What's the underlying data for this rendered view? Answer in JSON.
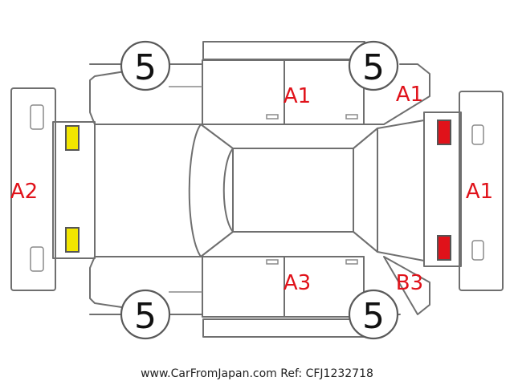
{
  "wheels": {
    "front_left": "5",
    "rear_left": "5",
    "front_right": "5",
    "rear_right": "5"
  },
  "damage_codes": {
    "top_door": "A1",
    "top_rear_fender": "A1",
    "rear_panel": "A1",
    "front_panel": "A2",
    "bottom_door": "A3",
    "bottom_rear_fender": "B3"
  },
  "colors": {
    "damage_text": "#e0121a",
    "front_lamp": "#f2e600",
    "rear_lamp": "#e0121a",
    "outline": "#6f6f6f"
  },
  "footer": "www.CarFromJapan.com Ref: CFJ1232718"
}
